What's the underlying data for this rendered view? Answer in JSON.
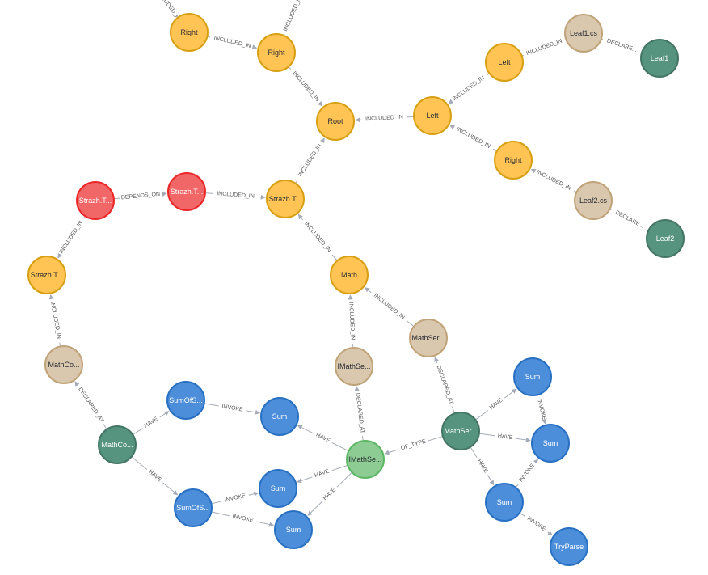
{
  "colors": {
    "orange": {
      "fill": "#ffc454",
      "stroke": "#d7a013",
      "text": "#2a2c34"
    },
    "tan": {
      "fill": "#d9c8ae",
      "stroke": "#c0a378",
      "text": "#2a2c34"
    },
    "green": {
      "fill": "#569480",
      "stroke": "#447666",
      "text": "#ffffff"
    },
    "red": {
      "fill": "#f16667",
      "stroke": "#eb2728",
      "text": "#ffffff"
    },
    "blue": {
      "fill": "#4c8eda",
      "stroke": "#2870c2",
      "text": "#ffffff"
    },
    "lightgreen": {
      "fill": "#8dcc93",
      "stroke": "#5db665",
      "text": "#2a2c34"
    }
  },
  "nodes": [
    {
      "id": "right1",
      "label": "Right",
      "color": "orange"
    },
    {
      "id": "right2",
      "label": "Right",
      "color": "orange"
    },
    {
      "id": "leaf1cs",
      "label": "Leaf1.cs",
      "color": "tan"
    },
    {
      "id": "leaf1",
      "label": "Leaf1",
      "color": "green"
    },
    {
      "id": "left1",
      "label": "Left",
      "color": "orange"
    },
    {
      "id": "root",
      "label": "Root",
      "color": "orange"
    },
    {
      "id": "left2",
      "label": "Left",
      "color": "orange"
    },
    {
      "id": "right3",
      "label": "Right",
      "color": "orange"
    },
    {
      "id": "leaf2cs",
      "label": "Leaf2.cs",
      "color": "tan"
    },
    {
      "id": "leaf2",
      "label": "Leaf2",
      "color": "green"
    },
    {
      "id": "strazhRed1",
      "label": "Strazh.T...",
      "color": "red"
    },
    {
      "id": "strazhRed2",
      "label": "Strazh.T...",
      "color": "red"
    },
    {
      "id": "strazhT",
      "label": "Strazh.T...",
      "color": "orange"
    },
    {
      "id": "strazhLeft",
      "label": "Strazh.T...",
      "color": "orange"
    },
    {
      "id": "math",
      "label": "Math",
      "color": "orange"
    },
    {
      "id": "mathSerTan",
      "label": "MathSer...",
      "color": "tan"
    },
    {
      "id": "imathSeTan",
      "label": "IMathSe...",
      "color": "tan"
    },
    {
      "id": "mathCoTan",
      "label": "MathCo...",
      "color": "tan"
    },
    {
      "id": "mathCoGreen",
      "label": "MathCo...",
      "color": "green"
    },
    {
      "id": "sumOfS1",
      "label": "SumOfS...",
      "color": "blue"
    },
    {
      "id": "sum1",
      "label": "Sum",
      "color": "blue"
    },
    {
      "id": "imathSeGreen",
      "label": "IMathSe...",
      "color": "lightgreen"
    },
    {
      "id": "sum2",
      "label": "Sum",
      "color": "blue"
    },
    {
      "id": "sumOfS2",
      "label": "SumOfS...",
      "color": "blue"
    },
    {
      "id": "sum3",
      "label": "Sum",
      "color": "blue"
    },
    {
      "id": "mathSerGreen",
      "label": "MathSer...",
      "color": "green"
    },
    {
      "id": "sum4",
      "label": "Sum",
      "color": "blue"
    },
    {
      "id": "sum5",
      "label": "Sum",
      "color": "blue"
    },
    {
      "id": "sum6",
      "label": "Sum",
      "color": "blue"
    },
    {
      "id": "tryParse",
      "label": "TryParse",
      "color": "blue"
    }
  ],
  "edges": [
    {
      "from": "right1",
      "to": "right2",
      "label": "INCLUDED_IN"
    },
    {
      "from": "right2",
      "to": "root",
      "label": "INCLUDED_IN"
    },
    {
      "from": "leaf1",
      "to": "leaf1cs",
      "label": "DECLARE..."
    },
    {
      "from": "leaf1cs",
      "to": "left1",
      "label": "INCLUDED_IN"
    },
    {
      "from": "left1",
      "to": "left2",
      "label": "INCLUDED_IN"
    },
    {
      "from": "left2",
      "to": "root",
      "label": "INCLUDED_IN"
    },
    {
      "from": "right3",
      "to": "left2",
      "label": "INCLUDED_IN"
    },
    {
      "from": "leaf2cs",
      "to": "right3",
      "label": "INCLUDED_IN"
    },
    {
      "from": "leaf2",
      "to": "leaf2cs",
      "label": "DECLARE..."
    },
    {
      "from": "strazhT",
      "to": "root",
      "label": "INCLUDED_IN"
    },
    {
      "from": "strazhRed1",
      "to": "strazhRed2",
      "label": "DEPENDS_ON"
    },
    {
      "from": "strazhRed2",
      "to": "strazhT",
      "label": "INCLUDED_IN"
    },
    {
      "from": "strazhRed1",
      "to": "strazhLeft",
      "label": "INCLUDED_IN"
    },
    {
      "from": "math",
      "to": "strazhT",
      "label": "INCLUDED_IN"
    },
    {
      "from": "mathSerTan",
      "to": "math",
      "label": "INCLUDED_IN"
    },
    {
      "from": "imathSeTan",
      "to": "math",
      "label": "INCLUDED_IN"
    },
    {
      "from": "mathCoTan",
      "to": "strazhLeft",
      "label": "INCLUDED_IN"
    },
    {
      "from": "mathCoGreen",
      "to": "mathCoTan",
      "label": "DECLARED_AT"
    },
    {
      "from": "mathCoGreen",
      "to": "sumOfS1",
      "label": "HAVE"
    },
    {
      "from": "mathCoGreen",
      "to": "sumOfS2",
      "label": "HAVE"
    },
    {
      "from": "sumOfS1",
      "to": "sum1",
      "label": "INVOKE"
    },
    {
      "from": "sumOfS2",
      "to": "sum2",
      "label": "INVOKE"
    },
    {
      "from": "sumOfS2",
      "to": "sum3",
      "label": "INVOKE"
    },
    {
      "from": "imathSeGreen",
      "to": "imathSeTan",
      "label": "DECLARED_AT"
    },
    {
      "from": "imathSeGreen",
      "to": "sum1",
      "label": "HAVE"
    },
    {
      "from": "imathSeGreen",
      "to": "sum2",
      "label": "HAVE"
    },
    {
      "from": "imathSeGreen",
      "to": "sum3",
      "label": "HAVE"
    },
    {
      "from": "mathSerGreen",
      "to": "imathSeGreen",
      "label": "OF_TYPE"
    },
    {
      "from": "mathSerGreen",
      "to": "mathSerTan",
      "label": "DECLARED_AT"
    },
    {
      "from": "mathSerGreen",
      "to": "sum4",
      "label": "HAVE"
    },
    {
      "from": "mathSerGreen",
      "to": "sum5",
      "label": "HAVE"
    },
    {
      "from": "mathSerGreen",
      "to": "sum6",
      "label": "HAVE"
    },
    {
      "from": "sum4",
      "to": "sum5",
      "label": "INVOKE"
    },
    {
      "from": "sum6",
      "to": "sum5",
      "label": "INVOKE"
    },
    {
      "from": "sum6",
      "to": "tryParse",
      "label": "INVOKE"
    }
  ],
  "offscreen_edges": [
    {
      "id": "off1",
      "to": "right1",
      "label": "INCLUDED_IN"
    },
    {
      "id": "off2",
      "to": "right2",
      "label": "INCLUDED_IN"
    }
  ]
}
